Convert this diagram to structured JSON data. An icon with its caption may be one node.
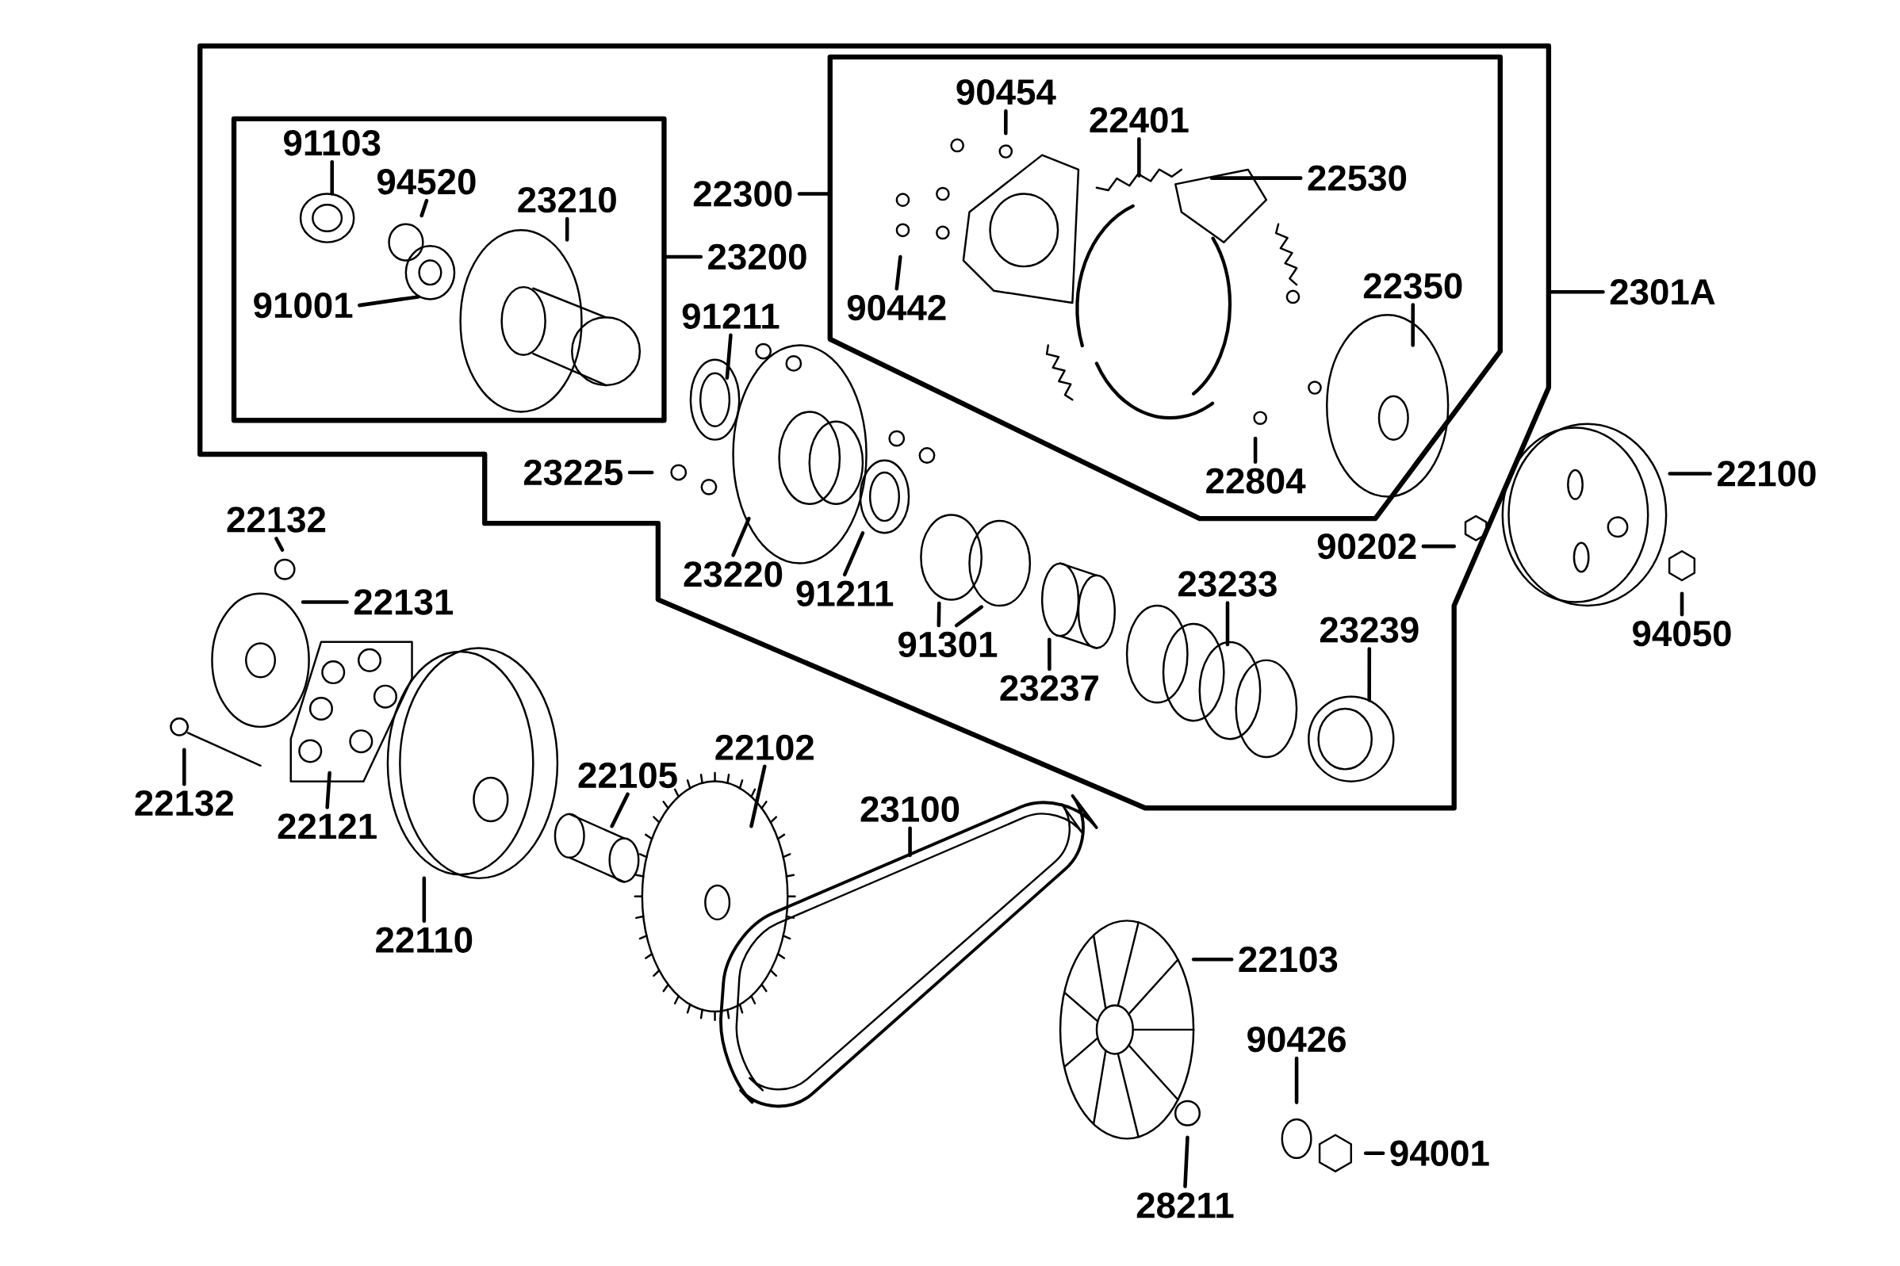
{
  "diagram": {
    "nodes": [
      {
        "text": [],
        "shape": "box"
      },
      {
        "text": [],
        "shape": "box",
        "in": 0
      },
      {
        "text": [],
        "shape": "box",
        "in": 0
      },
      {
        "text": [
          "91103"
        ],
        "in": 1
      },
      {
        "text": [
          "94520"
        ],
        "in": 1
      },
      {
        "text": [
          "23210"
        ],
        "in": 1
      },
      {
        "text": [
          "91001"
        ],
        "in": 1
      },
      {
        "text": [
          "23200"
        ],
        "in": 0
      },
      {
        "text": [
          "22300"
        ],
        "in": 0
      },
      {
        "text": [
          "90454"
        ],
        "in": 2
      },
      {
        "text": [
          "22401"
        ],
        "in": 2
      },
      {
        "text": [
          "22530"
        ],
        "in": 2
      },
      {
        "text": [
          "90442"
        ],
        "in": 2
      },
      {
        "text": [
          "22350"
        ],
        "in": 2
      },
      {
        "text": [
          "2301A"
        ]
      },
      {
        "text": [
          "91211"
        ],
        "in": 0
      },
      {
        "text": [
          "22804"
        ],
        "in": 2
      },
      {
        "text": [
          "23225"
        ],
        "in": 0
      },
      {
        "text": [
          "22100"
        ]
      },
      {
        "text": [
          "90202"
        ],
        "in": 0
      },
      {
        "text": [
          "22132"
        ]
      },
      {
        "text": [
          "23220"
        ],
        "in": 0
      },
      {
        "text": [
          "91211"
        ],
        "in": 0
      },
      {
        "text": [
          "23233"
        ],
        "in": 0
      },
      {
        "text": [
          "22131"
        ]
      },
      {
        "text": [
          "94050"
        ]
      },
      {
        "text": [
          "23239"
        ],
        "in": 0
      },
      {
        "text": [
          "91301"
        ],
        "in": 0
      },
      {
        "text": [
          "23237"
        ],
        "in": 0
      },
      {
        "text": [
          "22102"
        ]
      },
      {
        "text": [
          "22105"
        ]
      },
      {
        "text": [
          "22132"
        ]
      },
      {
        "text": [
          "23100"
        ]
      },
      {
        "text": [
          "22121"
        ]
      },
      {
        "text": [
          "22110"
        ]
      },
      {
        "text": [
          "22103"
        ]
      },
      {
        "text": [
          "90426"
        ]
      },
      {
        "text": [
          "94001"
        ]
      },
      {
        "text": [
          "28211"
        ]
      }
    ],
    "edges": [
      {
        "from": 3,
        "to": null,
        "arrow": "none"
      },
      {
        "from": 4,
        "to": null,
        "arrow": "none"
      },
      {
        "from": 5,
        "to": null,
        "arrow": "none"
      },
      {
        "from": 6,
        "to": null,
        "arrow": "none"
      },
      {
        "from": 7,
        "to": 1,
        "arrow": "none"
      },
      {
        "from": 8,
        "to": 2,
        "arrow": "none"
      },
      {
        "from": 9,
        "to": null,
        "arrow": "none"
      },
      {
        "from": 10,
        "to": null,
        "arrow": "none"
      },
      {
        "from": 11,
        "to": null,
        "arrow": "none"
      },
      {
        "from": 12,
        "to": null,
        "arrow": "none"
      },
      {
        "from": 13,
        "to": null,
        "arrow": "none"
      },
      {
        "from": 14,
        "to": 0,
        "arrow": "none"
      },
      {
        "from": 15,
        "to": null,
        "arrow": "none"
      },
      {
        "from": 16,
        "to": null,
        "arrow": "none"
      },
      {
        "from": 17,
        "to": null,
        "arrow": "none"
      },
      {
        "from": 18,
        "to": null,
        "arrow": "none"
      },
      {
        "from": 19,
        "to": null,
        "arrow": "none"
      },
      {
        "from": 20,
        "to": null,
        "arrow": "none"
      },
      {
        "from": 21,
        "to": null,
        "arrow": "none"
      },
      {
        "from": 22,
        "to": null,
        "arrow": "none"
      },
      {
        "from": 23,
        "to": null,
        "arrow": "none"
      },
      {
        "from": 24,
        "to": null,
        "arrow": "none"
      },
      {
        "from": 25,
        "to": null,
        "arrow": "none"
      },
      {
        "from": 26,
        "to": null,
        "arrow": "none"
      },
      {
        "from": 27,
        "to": null,
        "arrow": "none"
      },
      {
        "from": 27,
        "to": null,
        "arrow": "none"
      },
      {
        "from": 28,
        "to": null,
        "arrow": "none"
      },
      {
        "from": 29,
        "to": null,
        "arrow": "none"
      },
      {
        "from": 30,
        "to": null,
        "arrow": "none"
      },
      {
        "from": 31,
        "to": null,
        "arrow": "none"
      },
      {
        "from": 32,
        "to": null,
        "arrow": "none"
      },
      {
        "from": 33,
        "to": null,
        "arrow": "none"
      },
      {
        "from": 34,
        "to": null,
        "arrow": "none"
      },
      {
        "from": 35,
        "to": null,
        "arrow": "none"
      },
      {
        "from": 36,
        "to": null,
        "arrow": "none"
      },
      {
        "from": 37,
        "to": null,
        "arrow": "none"
      },
      {
        "from": 38,
        "to": null,
        "arrow": "none"
      }
    ]
  }
}
